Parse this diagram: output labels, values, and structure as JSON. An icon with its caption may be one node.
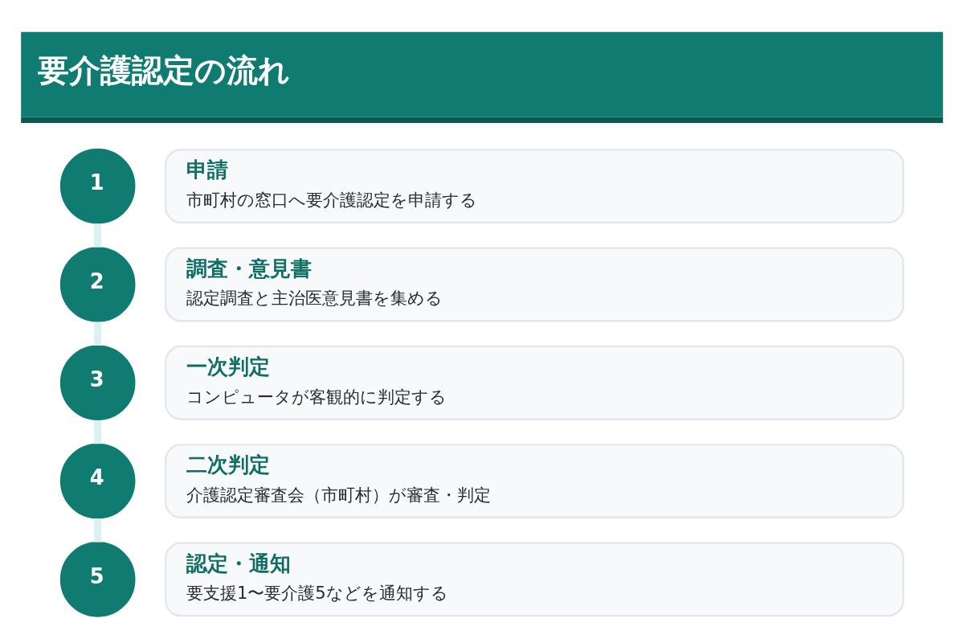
{
  "diagram": {
    "title": "要介護認定の流れ",
    "nodes": [
      {
        "text": [
          "1"
        ]
      },
      {
        "text": [
          "申請",
          "市町村の窓口へ要介護認定を申請する"
        ]
      },
      {
        "text": [
          "2"
        ]
      },
      {
        "text": [
          "調査・意見書",
          "認定調査と主治医意見書を集める"
        ]
      },
      {
        "text": [
          "3"
        ]
      },
      {
        "text": [
          "一次判定",
          "コンピュータが客観的に判定する"
        ]
      },
      {
        "text": [
          "4"
        ]
      },
      {
        "text": [
          "二次判定",
          "介護認定審査会（市町村）が審査・判定"
        ]
      },
      {
        "text": [
          "5"
        ]
      },
      {
        "text": [
          "認定・通知",
          "要支援1〜要介護5などを通知する"
        ]
      }
    ],
    "edges": [
      {
        "from": 0,
        "to": 2,
        "arrow": "none"
      },
      {
        "from": 2,
        "to": 4,
        "arrow": "none"
      },
      {
        "from": 4,
        "to": 6,
        "arrow": "none"
      },
      {
        "from": 6,
        "to": 8,
        "arrow": "none"
      }
    ]
  }
}
